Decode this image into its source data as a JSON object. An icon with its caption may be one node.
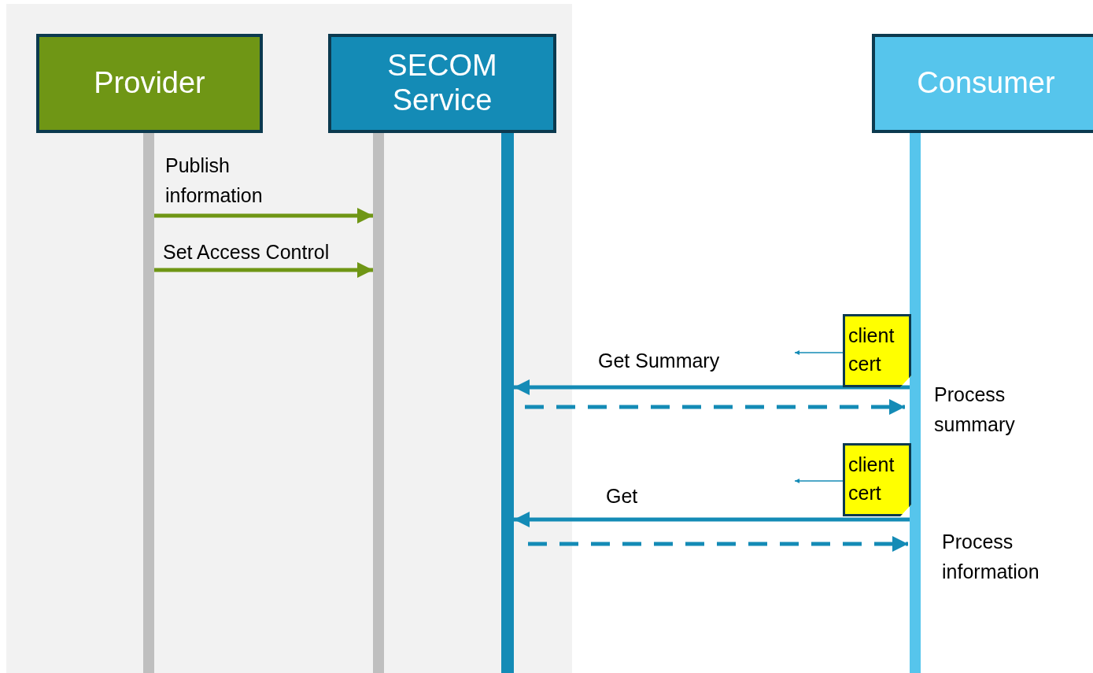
{
  "diagram": {
    "nodes": [
      {
        "text": [
          "Provider"
        ]
      },
      {
        "text": [
          "SECOM Service"
        ]
      },
      {
        "text": [
          "Consumer"
        ]
      },
      {
        "text": [],
        "shape": "bar"
      },
      {
        "text": [],
        "shape": "bar"
      },
      {
        "text": [],
        "shape": "bar"
      },
      {
        "text": [],
        "shape": "bar"
      },
      {
        "text": [
          "client cert"
        ]
      },
      {
        "text": [
          "client cert"
        ]
      }
    ],
    "edges": [
      {
        "from": 3,
        "to": 4,
        "arrow": "to",
        "label": "Publish information",
        "color": "#6f9615"
      },
      {
        "from": 3,
        "to": 4,
        "arrow": "to",
        "label": "Set Access Control",
        "color": "#6f9615"
      },
      {
        "from": 7,
        "to": null,
        "arrow": "to"
      },
      {
        "from": 6,
        "to": 5,
        "arrow": "to",
        "label": "Get Summary"
      },
      {
        "from": 5,
        "to": 6,
        "arrow": "to",
        "style": "dashed"
      },
      {
        "from": 8,
        "to": null,
        "arrow": "to"
      },
      {
        "from": 6,
        "to": 5,
        "arrow": "to",
        "label": "Get"
      },
      {
        "from": 5,
        "to": 6,
        "arrow": "to",
        "style": "dashed"
      }
    ],
    "labels": [
      "Process summary",
      "Process information"
    ]
  }
}
